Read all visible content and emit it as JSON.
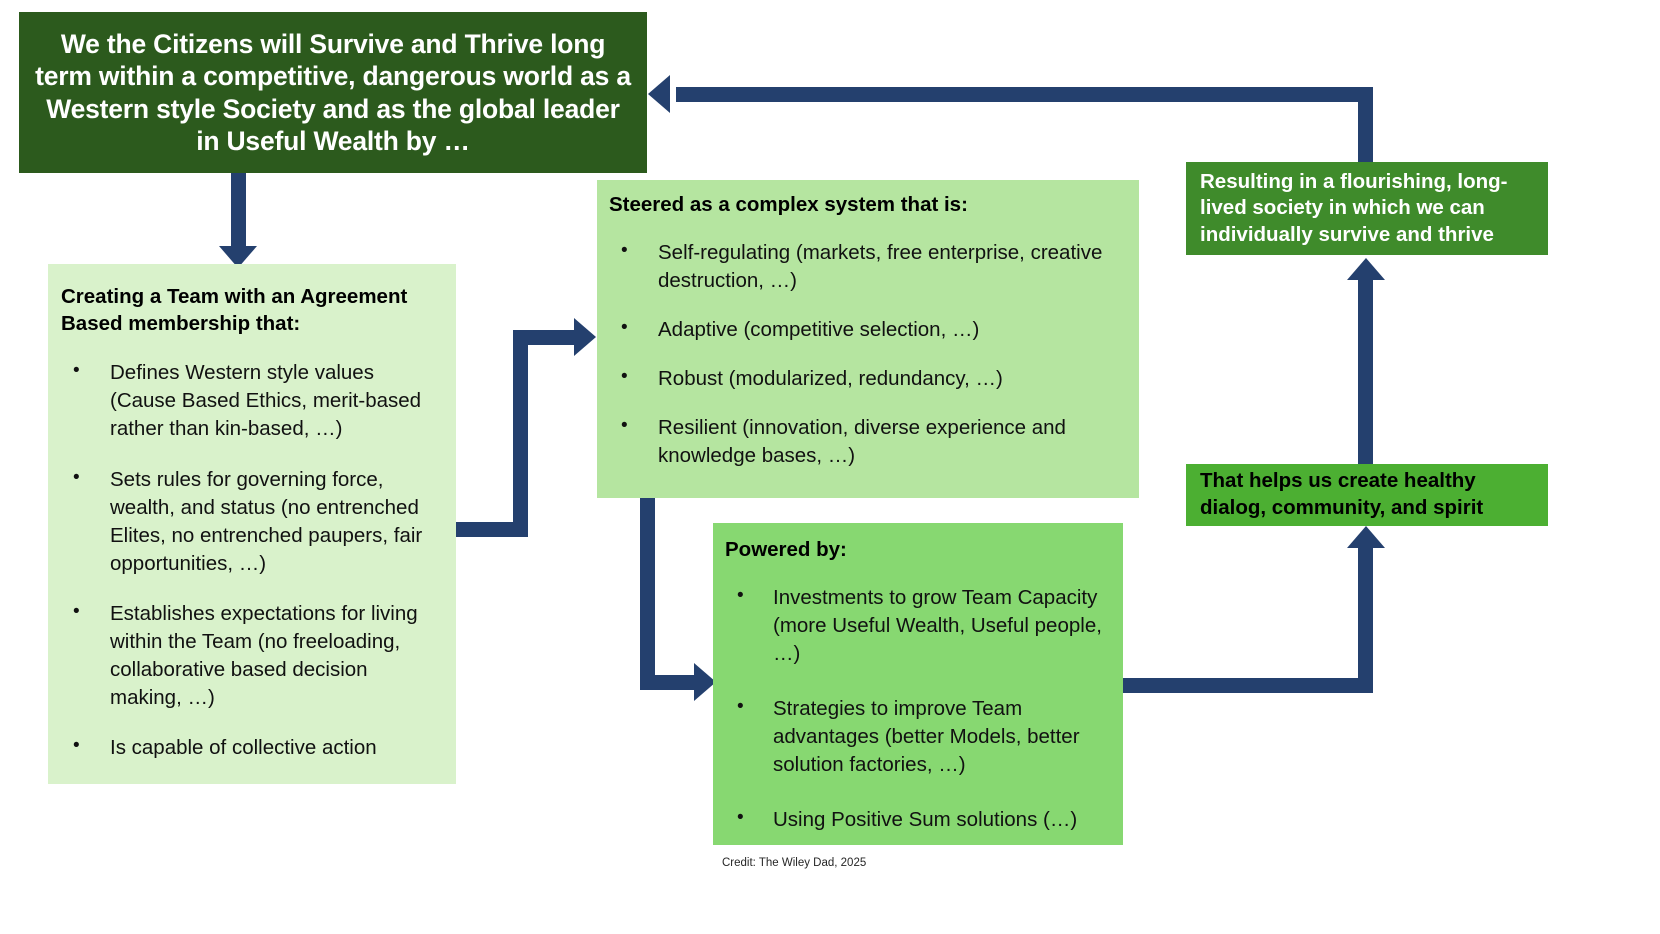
{
  "diagram": {
    "title_box": {
      "text": "We the Citizens will Survive and Thrive long term within a competitive, dangerous world as a Western style Society and as the global leader in Useful Wealth by …",
      "bg_color": "#2c5a1d",
      "text_color": "#ffffff"
    },
    "team_box": {
      "heading": "Creating a Team with an Agreement Based membership that:",
      "bg_color": "#d9f2cb",
      "bullets": [
        "Defines Western style values (Cause Based Ethics, merit-based rather than kin-based, …)",
        "Sets rules for governing force, wealth, and status (no entrenched Elites, no entrenched paupers, fair opportunities, …)",
        "Establishes expectations for living within the Team (no freeloading, collaborative based decision making, …)",
        "Is capable of collective action"
      ]
    },
    "steered_box": {
      "heading": "Steered as a complex system that is:",
      "bg_color": "#b5e5a0",
      "bullets": [
        "Self-regulating (markets, free enterprise, creative destruction, …)",
        "Adaptive (competitive selection, …)",
        "Robust (modularized, redundancy, …)",
        "Resilient (innovation, diverse experience and knowledge bases, …)"
      ]
    },
    "powered_box": {
      "heading": "Powered by:",
      "bg_color": "#87d871",
      "bullets": [
        "Investments to grow Team Capacity (more Useful Wealth, Useful people, …)",
        "Strategies to improve Team advantages (better Models, better solution factories, …)",
        "Using Positive Sum solutions (…)"
      ]
    },
    "resulting_box": {
      "text": "Resulting in a flourishing, long-lived society in which we can individually survive and thrive",
      "bg_color": "#3f8b2b",
      "text_color": "#ffffff"
    },
    "dialog_box": {
      "text": "That helps us create healthy dialog, community, and spirit",
      "bg_color": "#4caf32",
      "text_color": "#000000"
    },
    "connector_color": "#24406e",
    "credit": "Credit: The Wiley Dad, 2025"
  }
}
